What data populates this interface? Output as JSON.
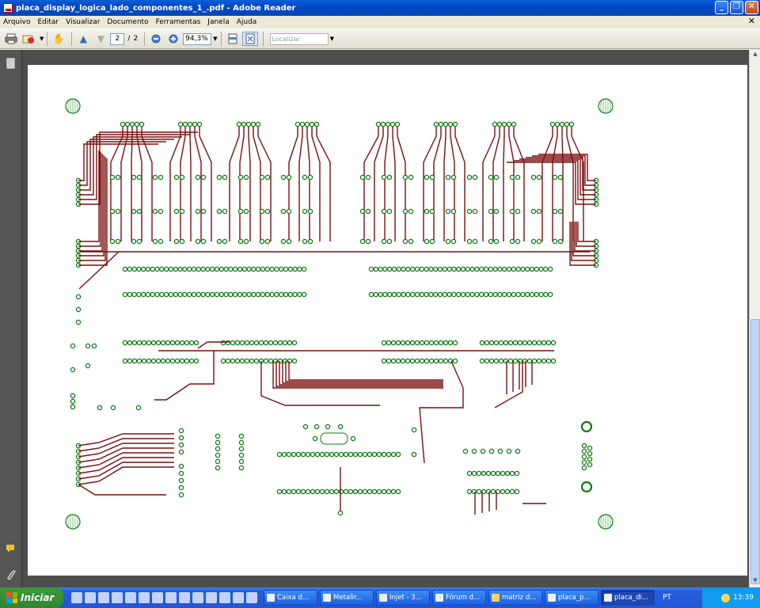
{
  "window": {
    "title": "placa_display_logica_lado_componentes_1_.pdf - Adobe Reader"
  },
  "menu": [
    "Arquivo",
    "Editar",
    "Visualizar",
    "Documento",
    "Ferramentas",
    "Janela",
    "Ajuda"
  ],
  "toolbar": {
    "page_current": "2",
    "page_total_sep": "/",
    "page_total": "2",
    "zoom": "94,3%",
    "find_placeholder": "Localizar"
  },
  "taskbar": {
    "start_label": "Iniciar",
    "tasks": [
      {
        "label": "Caixa d..."
      },
      {
        "label": "Metalir..."
      },
      {
        "label": "Injet - 3..."
      },
      {
        "label": "Fórum d..."
      },
      {
        "label": "matriz d..."
      },
      {
        "label": "placa_p..."
      },
      {
        "label": "placa_di..."
      }
    ],
    "language": "PT",
    "clock": "13:39"
  },
  "colors": {
    "trace": "#7a0f0f",
    "pad": "#0a7a12",
    "titlebar": "#0348c3"
  }
}
